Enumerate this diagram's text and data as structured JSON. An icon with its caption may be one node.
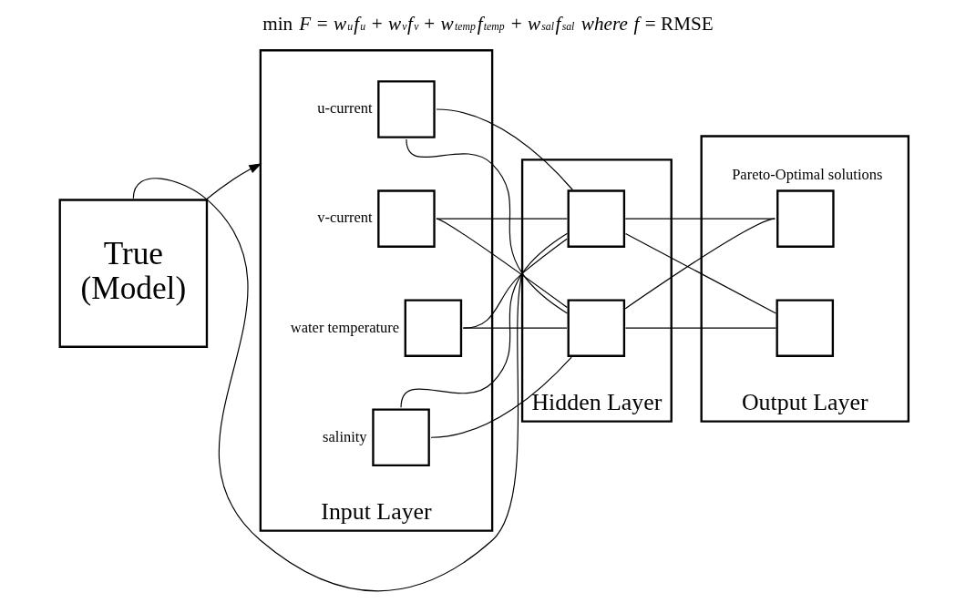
{
  "diagram": {
    "title": "min *F* = *w*$_{u}$*f*$_{u}$ + *w*$_{v}$*f*$_{v}$ + *w*$_{temp}$*f*$_{temp}$ + *w*$_{sal}$*f*$_{sal}$ *where* *f* = RMSE",
    "nodes": [
      {
        "text": [
          "True (Model)"
        ]
      },
      {
        "text": [
          "Input Layer"
        ]
      },
      {
        "text": [],
        "shape": "box",
        "in": 1,
        "beside": [
          "u-current"
        ]
      },
      {
        "text": [],
        "shape": "box",
        "in": 1,
        "beside": [
          "v-current"
        ]
      },
      {
        "text": [],
        "shape": "box",
        "in": 1,
        "beside": [
          "water temperature"
        ]
      },
      {
        "text": [],
        "shape": "box",
        "in": 1,
        "beside": [
          "salinity"
        ]
      },
      {
        "text": [
          "Hidden Layer"
        ]
      },
      {
        "text": [],
        "shape": "box",
        "in": 6
      },
      {
        "text": [],
        "shape": "box",
        "in": 6
      },
      {
        "text": [
          "Output Layer"
        ]
      },
      {
        "text": [],
        "shape": "box",
        "in": 9,
        "beside": [
          "Pareto-Optimal solutions"
        ]
      },
      {
        "text": [],
        "shape": "box",
        "in": 9
      }
    ],
    "edges": [
      {
        "from": 0,
        "to": 1,
        "arrow": "to"
      },
      {
        "from": 0,
        "to": 6,
        "arrow": "none"
      },
      {
        "from": 2,
        "to": 7,
        "arrow": "none"
      },
      {
        "from": 2,
        "to": 8,
        "arrow": "none"
      },
      {
        "from": 3,
        "to": 7,
        "arrow": "none"
      },
      {
        "from": 3,
        "to": 8,
        "arrow": "none"
      },
      {
        "from": 4,
        "to": 7,
        "arrow": "none"
      },
      {
        "from": 4,
        "to": 8,
        "arrow": "none"
      },
      {
        "from": 5,
        "to": 7,
        "arrow": "none"
      },
      {
        "from": 5,
        "to": 8,
        "arrow": "none"
      },
      {
        "from": 7,
        "to": 10,
        "arrow": "none"
      },
      {
        "from": 7,
        "to": 11,
        "arrow": "none"
      },
      {
        "from": 8,
        "to": 10,
        "arrow": "none"
      },
      {
        "from": 8,
        "to": 11,
        "arrow": "none"
      }
    ]
  }
}
